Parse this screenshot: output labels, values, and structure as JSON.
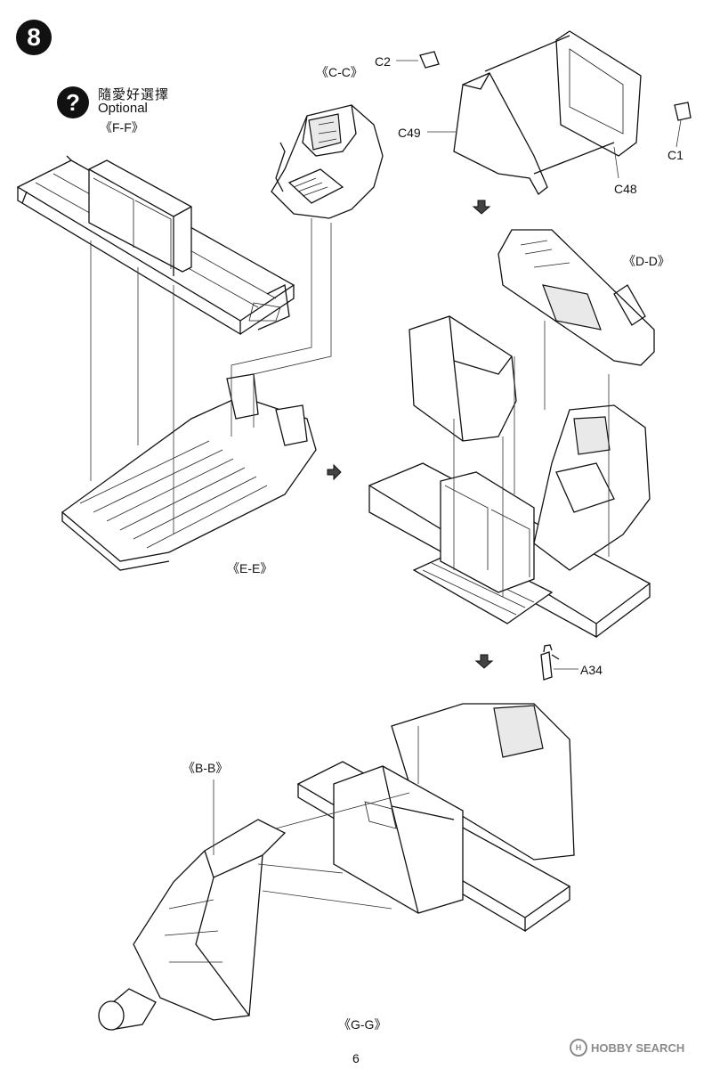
{
  "step": {
    "number": "8"
  },
  "optional": {
    "icon": "question-mark-icon",
    "label_cn": "隨愛好選擇",
    "label_en": "Optional"
  },
  "subassemblies": {
    "ff": "《F-F》",
    "cc": "《C-C》",
    "ee": "《E-E》",
    "dd": "《D-D》",
    "bb": "《B-B》",
    "gg": "《G-G》"
  },
  "parts": {
    "c2": "C2",
    "c49": "C49",
    "c1": "C1",
    "c48": "C48",
    "a34": "A34"
  },
  "page": {
    "number": "6"
  },
  "watermark": {
    "text": "HOBBY SEARCH",
    "icon": "hobby-search-logo-icon"
  },
  "colors": {
    "ink": "#111111",
    "paper": "#ffffff",
    "watermark": "#8a8a8a"
  }
}
